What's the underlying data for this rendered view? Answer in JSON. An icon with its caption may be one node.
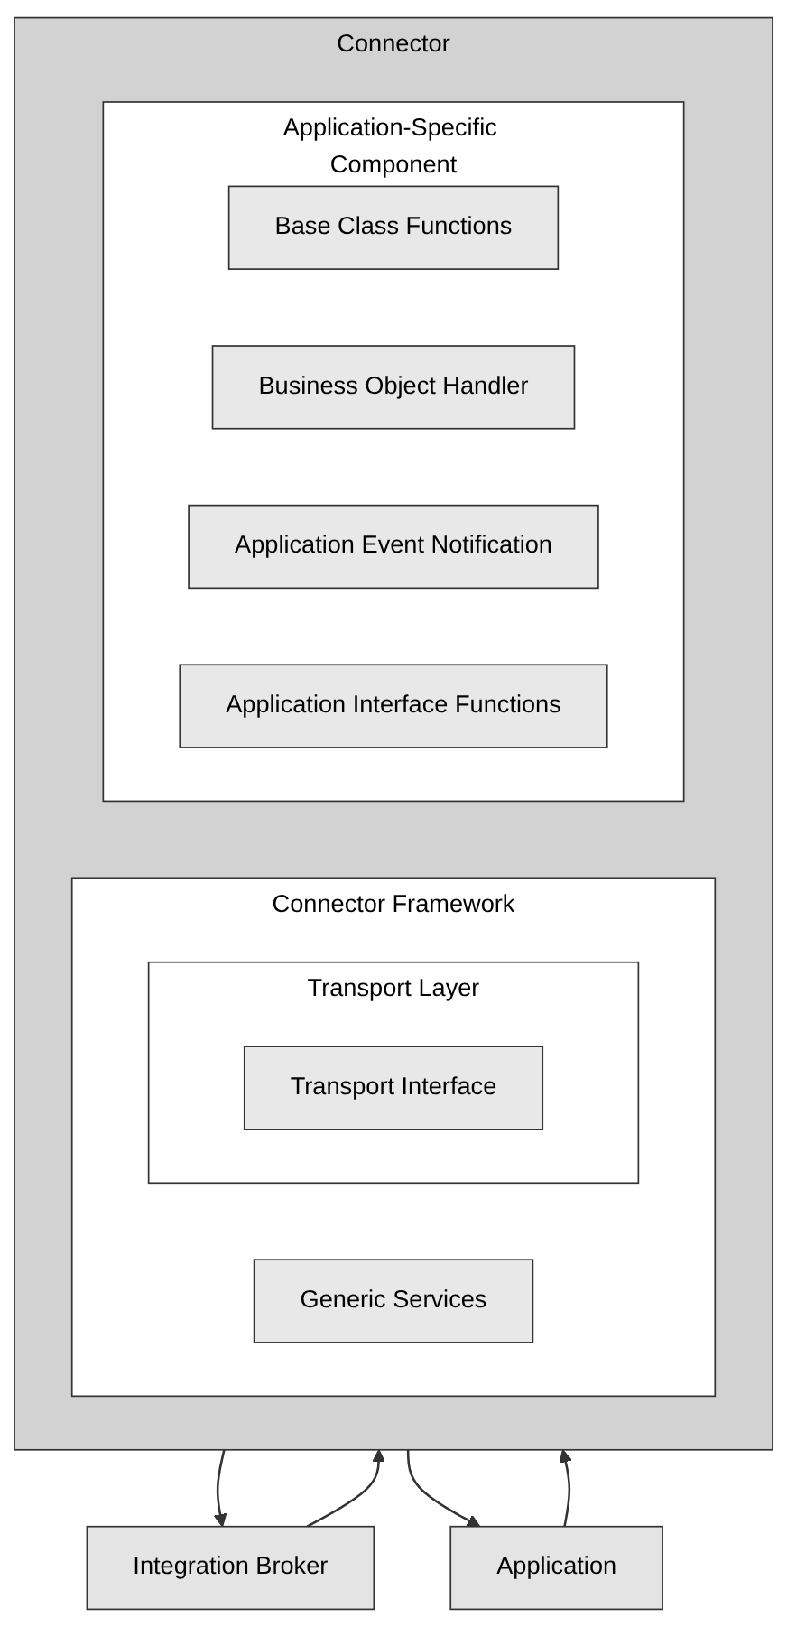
{
  "diagram": {
    "nodes": [
      {
        "text": [
          "Integration Broker"
        ]
      },
      {
        "text": [
          "Connector"
        ]
      },
      {
        "text": [
          "Connector Framework"
        ],
        "in": 1
      },
      {
        "text": [
          "Transport Layer"
        ],
        "in": 2
      },
      {
        "text": [
          "Transport Interface"
        ],
        "in": 3
      },
      {
        "text": [
          "Generic Services"
        ],
        "in": 2
      },
      {
        "text": [
          "Application-Specific Component"
        ],
        "in": 1
      },
      {
        "text": [
          "Base Class Functions"
        ],
        "in": 6
      },
      {
        "text": [
          "Business Object Handler"
        ],
        "in": 6
      },
      {
        "text": [
          "Application Event Notification"
        ],
        "in": 6
      },
      {
        "text": [
          "Application Interface Functions"
        ],
        "in": 6
      },
      {
        "text": [
          "Application"
        ]
      }
    ],
    "edges": [
      {
        "from": 0,
        "to": 1,
        "arrow": "to"
      },
      {
        "from": 1,
        "to": 0,
        "arrow": "to"
      },
      {
        "from": 1,
        "to": 11,
        "arrow": "to"
      },
      {
        "from": 11,
        "to": 1,
        "arrow": "to"
      }
    ]
  }
}
